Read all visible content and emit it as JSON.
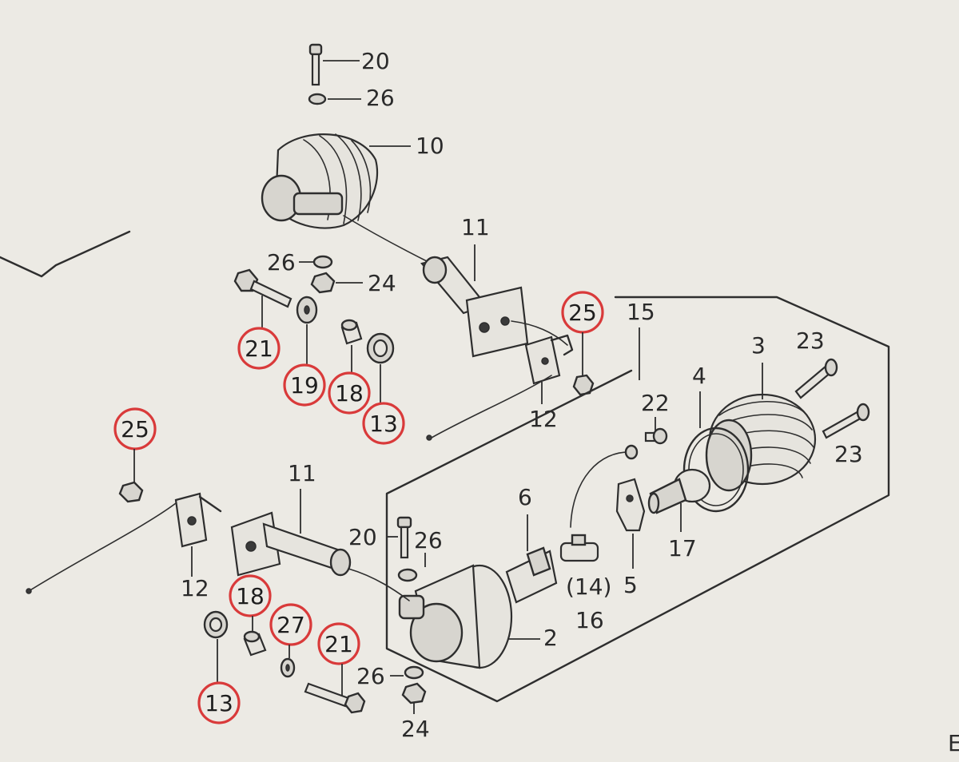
{
  "labels": {
    "upper_bolt_20": "20",
    "upper_washer_26": "26",
    "upper_lamp_10": "10",
    "upper_stem_11": "11",
    "upper_washer_26b": "26",
    "upper_nut_24": "24",
    "upper_bolt_21": "21",
    "upper_washer_19": "19",
    "upper_collar_18": "18",
    "upper_grommet_13": "13",
    "upper_nut_25": "25",
    "upper_bracket_12": "12",
    "box_15": "15",
    "lens_3": "3",
    "gasket_4": "4",
    "screw_23a": "23",
    "screw_23b": "23",
    "screw_22": "22",
    "left_nut_25": "25",
    "lower_stem_11": "11",
    "socket_6": "6",
    "lower_bolt_20": "20",
    "lower_washer_26": "26",
    "bulb_17": "17",
    "lower_bracket_12": "12",
    "lower_collar_18": "18",
    "lower_washer_27": "27",
    "socket_14": "(14)",
    "lamp_16": "16",
    "contact_5": "5",
    "lower_bolt_21": "21",
    "housing_2": "2",
    "lower_washer_26b": "26",
    "lower_grommet_13": "13",
    "lower_nut_24": "24",
    "edge_mark": "E"
  },
  "colors": {
    "ring": "#d93a3a",
    "ink": "#2e2e2e",
    "paper": "#eceae4"
  }
}
